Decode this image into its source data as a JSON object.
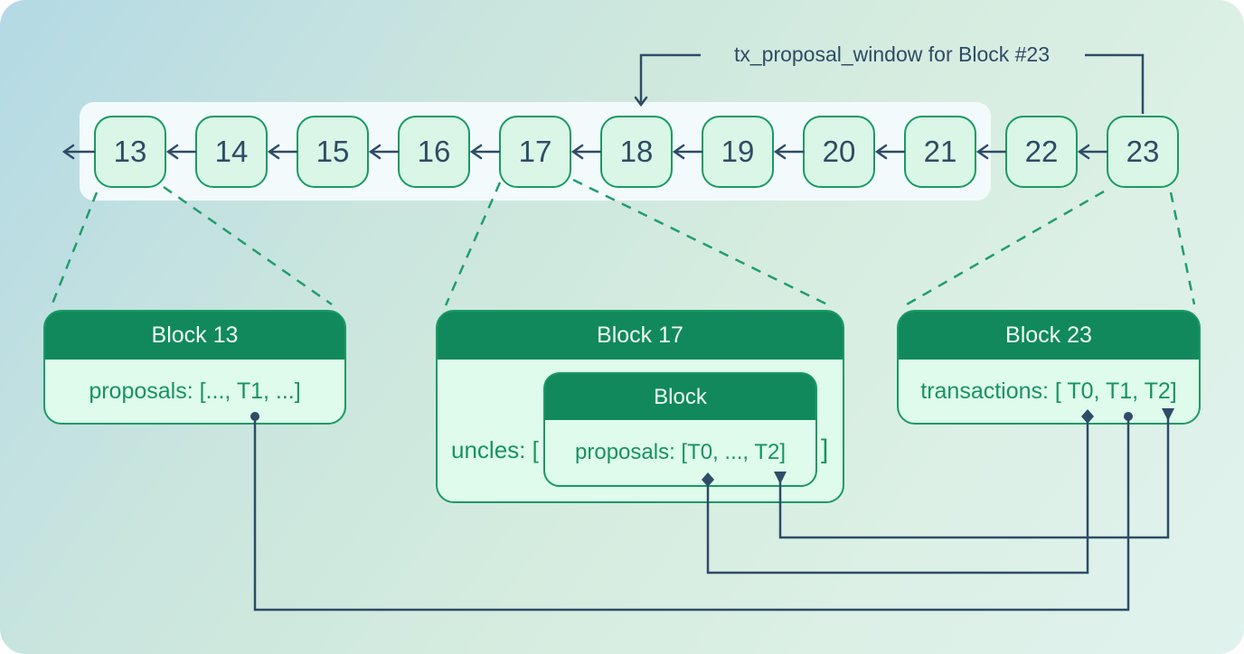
{
  "annotation": {
    "label": "tx_proposal_window for Block #23"
  },
  "chain": {
    "blocks": [
      "13",
      "14",
      "15",
      "16",
      "17",
      "18",
      "19",
      "20",
      "21",
      "22",
      "23"
    ],
    "window_contains": [
      "13",
      "14",
      "15",
      "16",
      "17",
      "18",
      "19",
      "20",
      "21"
    ]
  },
  "boxes": {
    "block13": {
      "title": "Block 13",
      "body": "proposals: [..., T1, ...]"
    },
    "block17": {
      "title": "Block 17",
      "uncles_open": "uncles: [",
      "uncles_close": "]",
      "nested": {
        "title": "Block",
        "body": "proposals: [T0, ..., T2]"
      }
    },
    "block23": {
      "title": "Block 23",
      "body": "transactions: [ T0, T1, T2]"
    }
  },
  "colors": {
    "background_top_left": "#b4d9e5",
    "background_bottom_right": "#e0f2ed",
    "window_highlight": "#f3fafc",
    "block_fill": "#d9f6e6",
    "detail_body_fill": "#defbec",
    "header_green": "#11895d",
    "border_green": "#1a9a63",
    "dashed_green": "#219d6d",
    "text_green": "#18935f",
    "navy": "#2e4c66"
  },
  "icons": {
    "chain_arrows": "left-arrow-icon",
    "annotation_pointer": "down-arrow-icon",
    "t0_marker": "diamond-marker",
    "t1_marker": "circle-marker",
    "t2_marker": "triangle-marker"
  }
}
